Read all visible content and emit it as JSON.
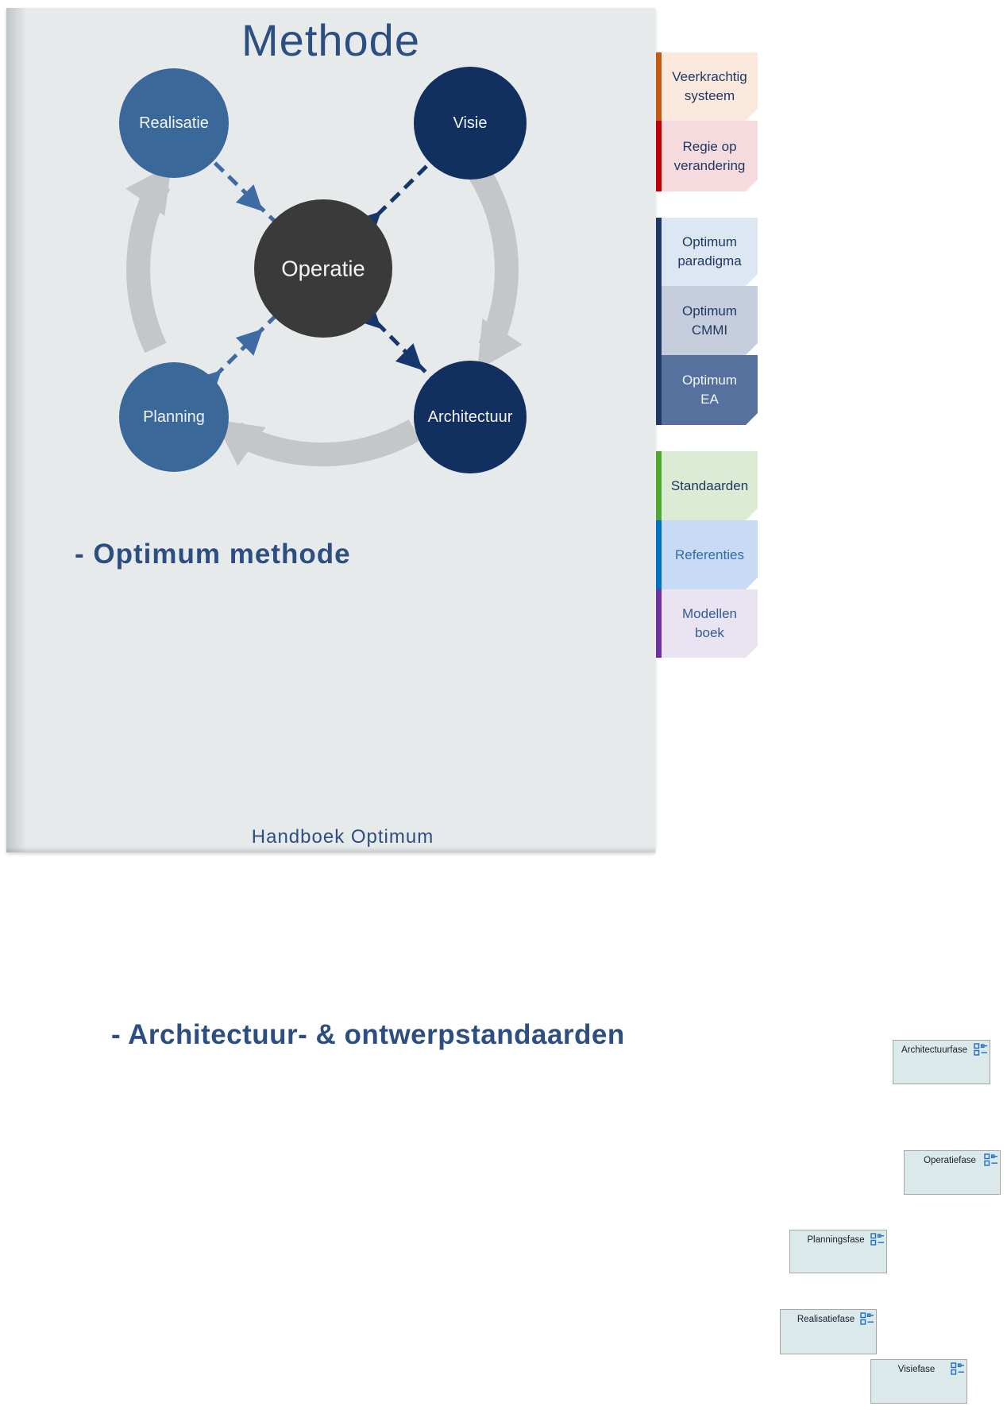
{
  "cover": {
    "title": "Methode",
    "subtitle": "- Optimum methode",
    "footer": "Handboek Optimum",
    "background": "#e7eaeb",
    "title_color": "#2d4e81",
    "diagram": {
      "nodes": [
        {
          "id": "realisatie",
          "label": "Realisatie",
          "fill": "#3a6899"
        },
        {
          "id": "visie",
          "label": "Visie",
          "fill": "#12305f"
        },
        {
          "id": "operatie",
          "label": "Operatie",
          "fill": "#3a3a3a"
        },
        {
          "id": "planning",
          "label": "Planning",
          "fill": "#3a6899"
        },
        {
          "id": "architectuur",
          "label": "Architectuur",
          "fill": "#12305f"
        }
      ],
      "cycle_arrow_color": "#c4c6c8",
      "flow_arrow_colors": {
        "steel": "#3e6ba3",
        "navy": "#16376b"
      }
    }
  },
  "tabs": [
    {
      "label": "Veerkrachtig\nsysteem",
      "bar": "#c45911",
      "body": "#fbe9dd",
      "text": "#1f3864"
    },
    {
      "label": "Regie op\nverandering",
      "bar": "#c00000",
      "body": "#f6dbde",
      "text": "#1f3864"
    },
    {
      "label": "Optimum\nparadigma",
      "bar": "#1f3864",
      "body": "#dde6f3",
      "text": "#1f3864"
    },
    {
      "label": "Optimum\nCMMI",
      "bar": "#1f3864",
      "body": "#c6cede",
      "text": "#1f3864"
    },
    {
      "label": "Optimum\nEA",
      "bar": "#1f3864",
      "body": "#56719e",
      "text": "#f2f5fa"
    },
    {
      "label": "Standaarden",
      "bar": "#4ea72e",
      "body": "#dcebd3",
      "text": "#1f3864"
    },
    {
      "label": "Referenties",
      "bar": "#0070c0",
      "body": "#c8daf4",
      "text": "#2e6da4"
    },
    {
      "label": "Modellen\nboek",
      "bar": "#7030a0",
      "body": "#e9e3f2",
      "text": "#2e5e94"
    }
  ],
  "section2": {
    "heading": "- Architectuur- & ontwerpstandaarden",
    "heading_color": "#2d4e81",
    "element_background": "#dbe9ea",
    "element_icon_color": "#1e6ec2",
    "elements": [
      {
        "label": "Architectuurfase"
      },
      {
        "label": "Operatiefase"
      },
      {
        "label": "Planningsfase"
      },
      {
        "label": "Realisatiefase"
      },
      {
        "label": "Visiefase"
      }
    ]
  }
}
